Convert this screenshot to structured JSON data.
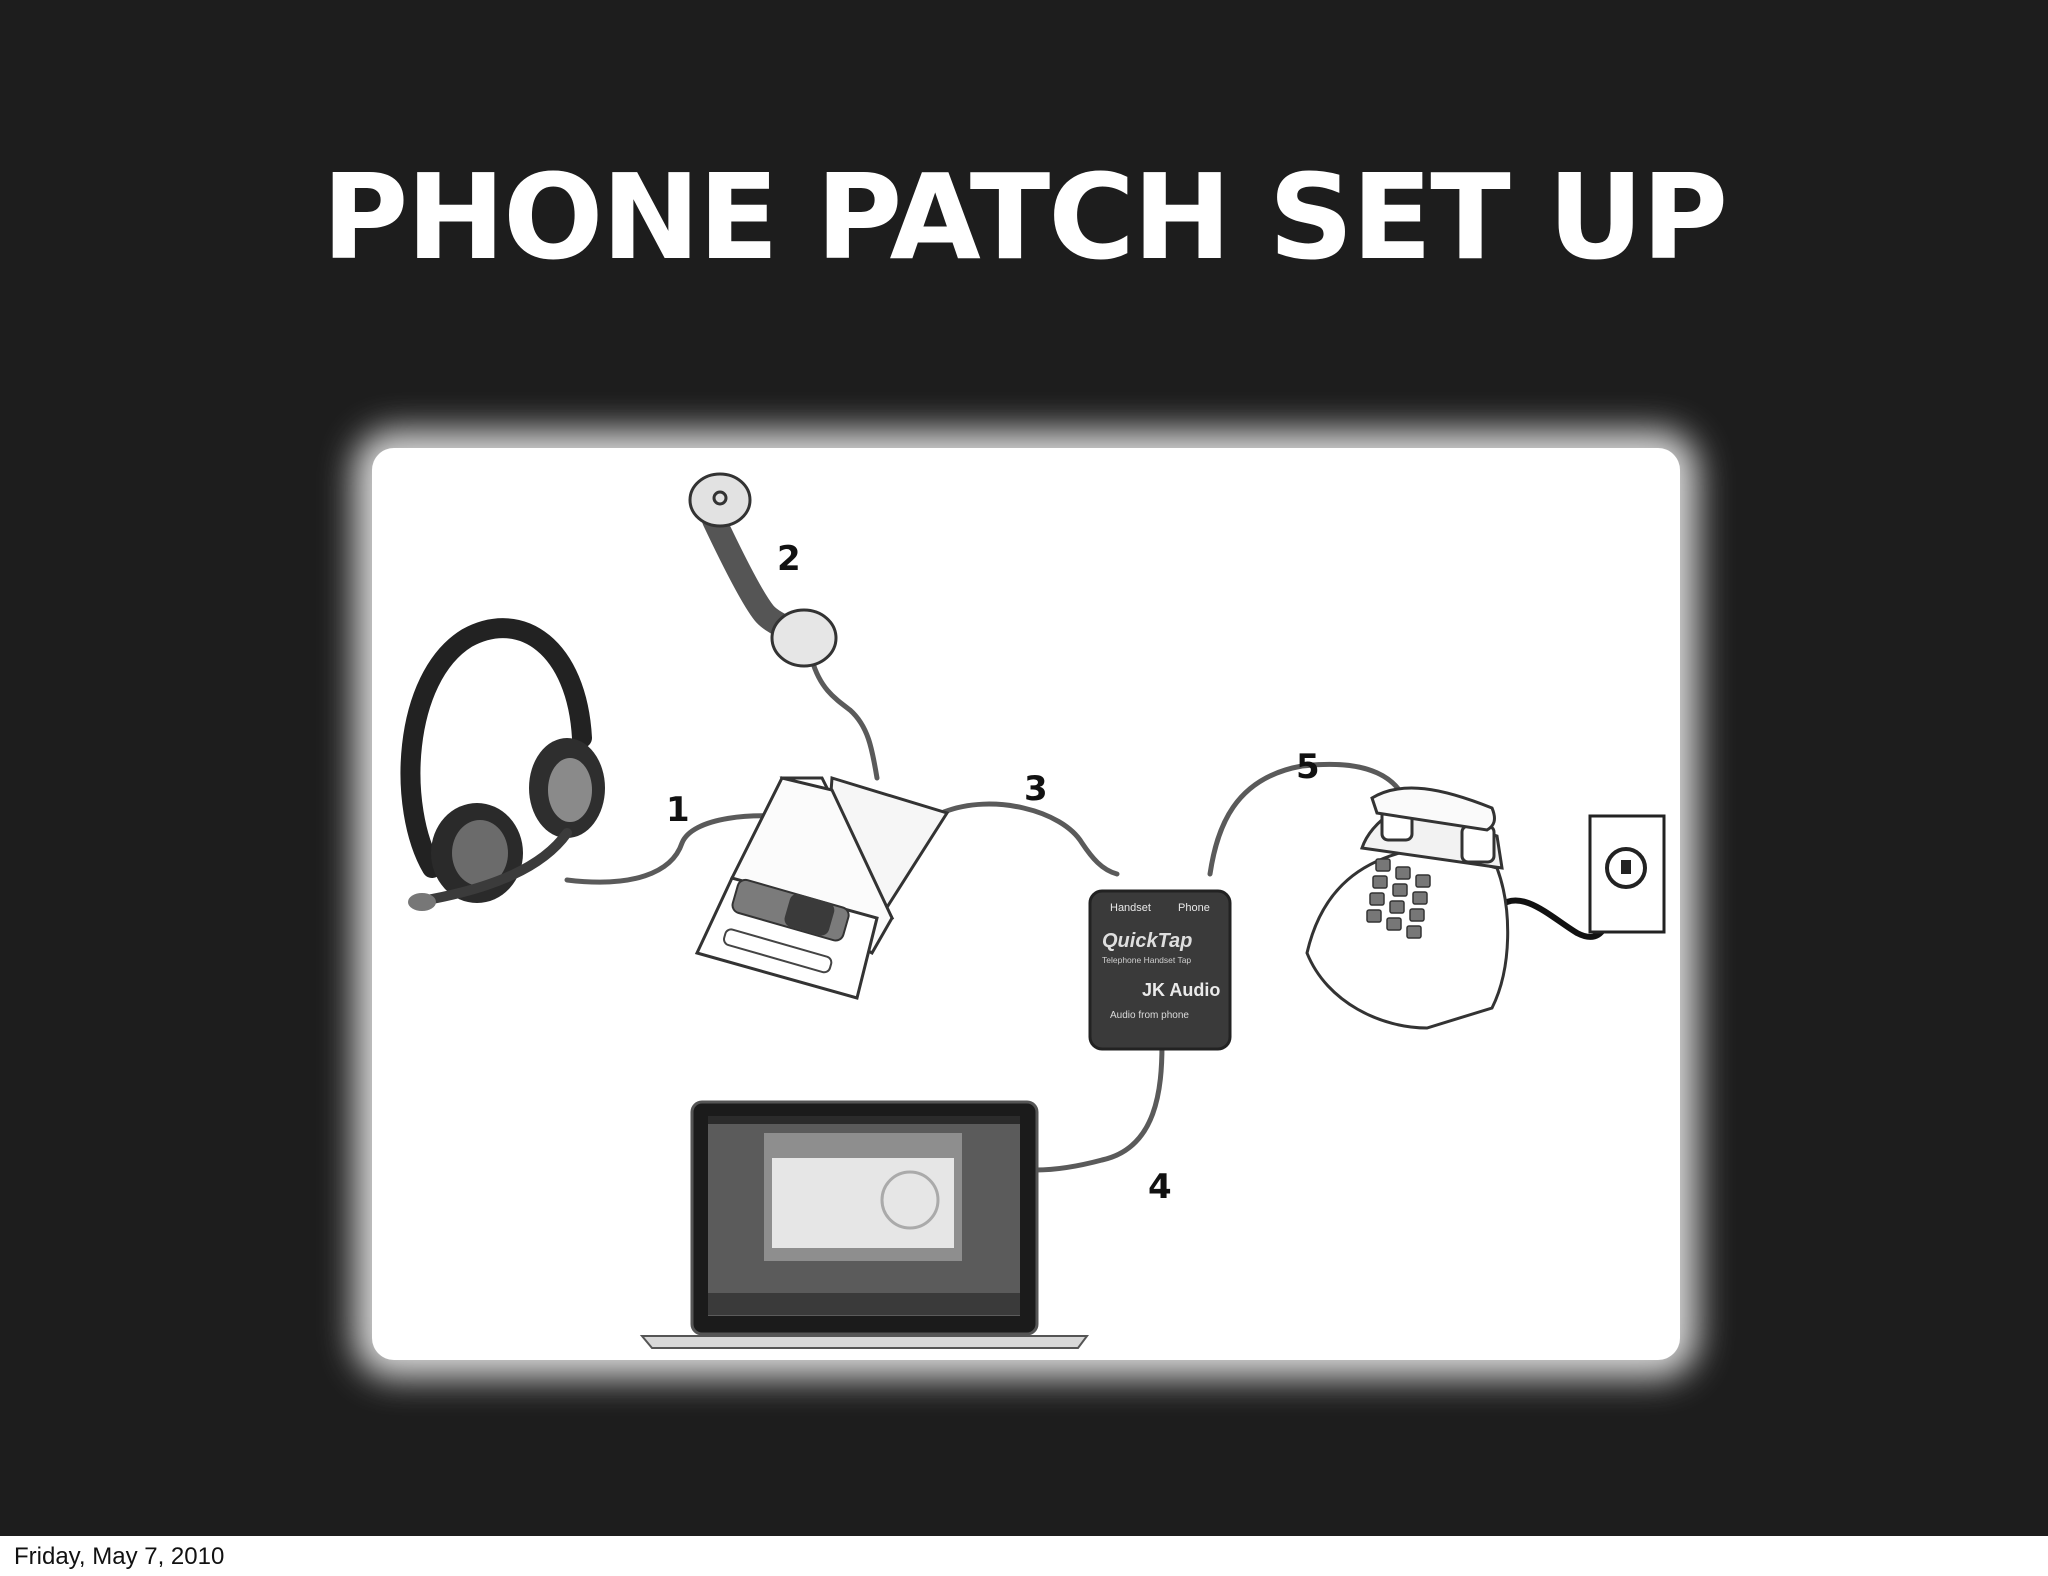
{
  "slide": {
    "title": "PHONE PATCH SET UP",
    "footer_date": "Friday, May 7, 2010"
  },
  "diagram": {
    "callouts": [
      "1",
      "2",
      "3",
      "4",
      "5"
    ],
    "device_labels": {
      "jack_left": "Handset",
      "jack_right": "Phone",
      "brand": "QuickTap",
      "subtitle": "Telephone Handset Tap",
      "maker": "JK Audio",
      "caption": "Audio from phone"
    }
  }
}
